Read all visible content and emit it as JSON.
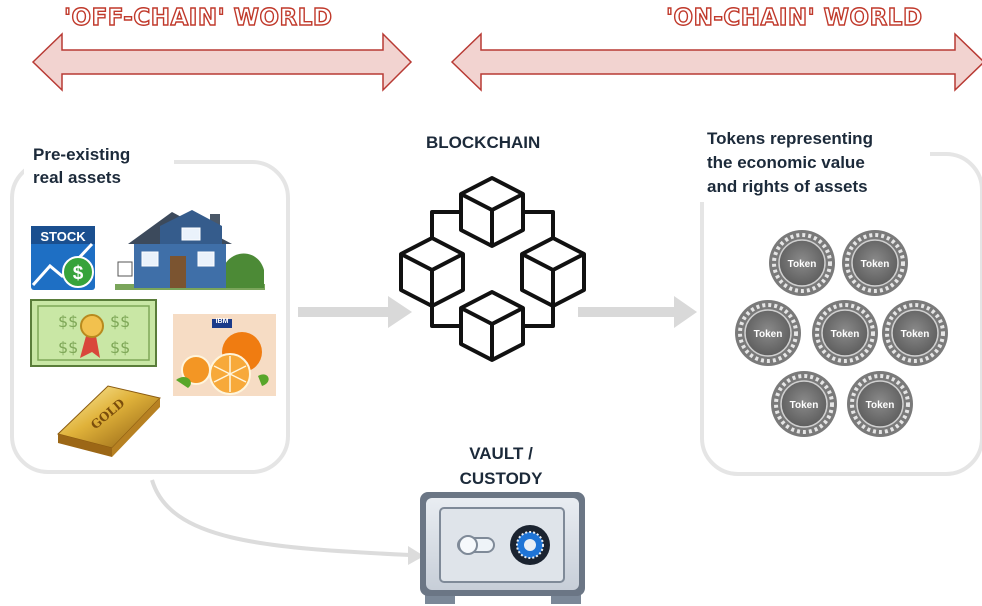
{
  "off_chain": {
    "title": "'OFF-CHAIN' WORLD"
  },
  "on_chain": {
    "title": "'ON-CHAIN' WORLD"
  },
  "assets_panel": {
    "title": "Pre-existing\nreal assets"
  },
  "blockchain": {
    "title": "BLOCKCHAIN"
  },
  "tokens_panel": {
    "title": "Tokens representing\nthe economic value\nand rights of assets"
  },
  "vault": {
    "title": "VAULT /\nCUSTODY"
  },
  "stock_icon": {
    "text": "STOCK"
  },
  "ibm_logo": {
    "text": "IBM"
  },
  "gold_bar": {
    "text": "GOLD"
  },
  "token_label": "Token",
  "tokens": [
    "Token",
    "Token",
    "Token",
    "Token",
    "Token",
    "Token",
    "Token"
  ],
  "colors": {
    "arrow_fill": "#f2d3d0",
    "arrow_stroke": "#b83a34",
    "title_stroke": "#c0392b",
    "panel_border": "#e5e5e5",
    "connector": "#d9d9d9"
  }
}
